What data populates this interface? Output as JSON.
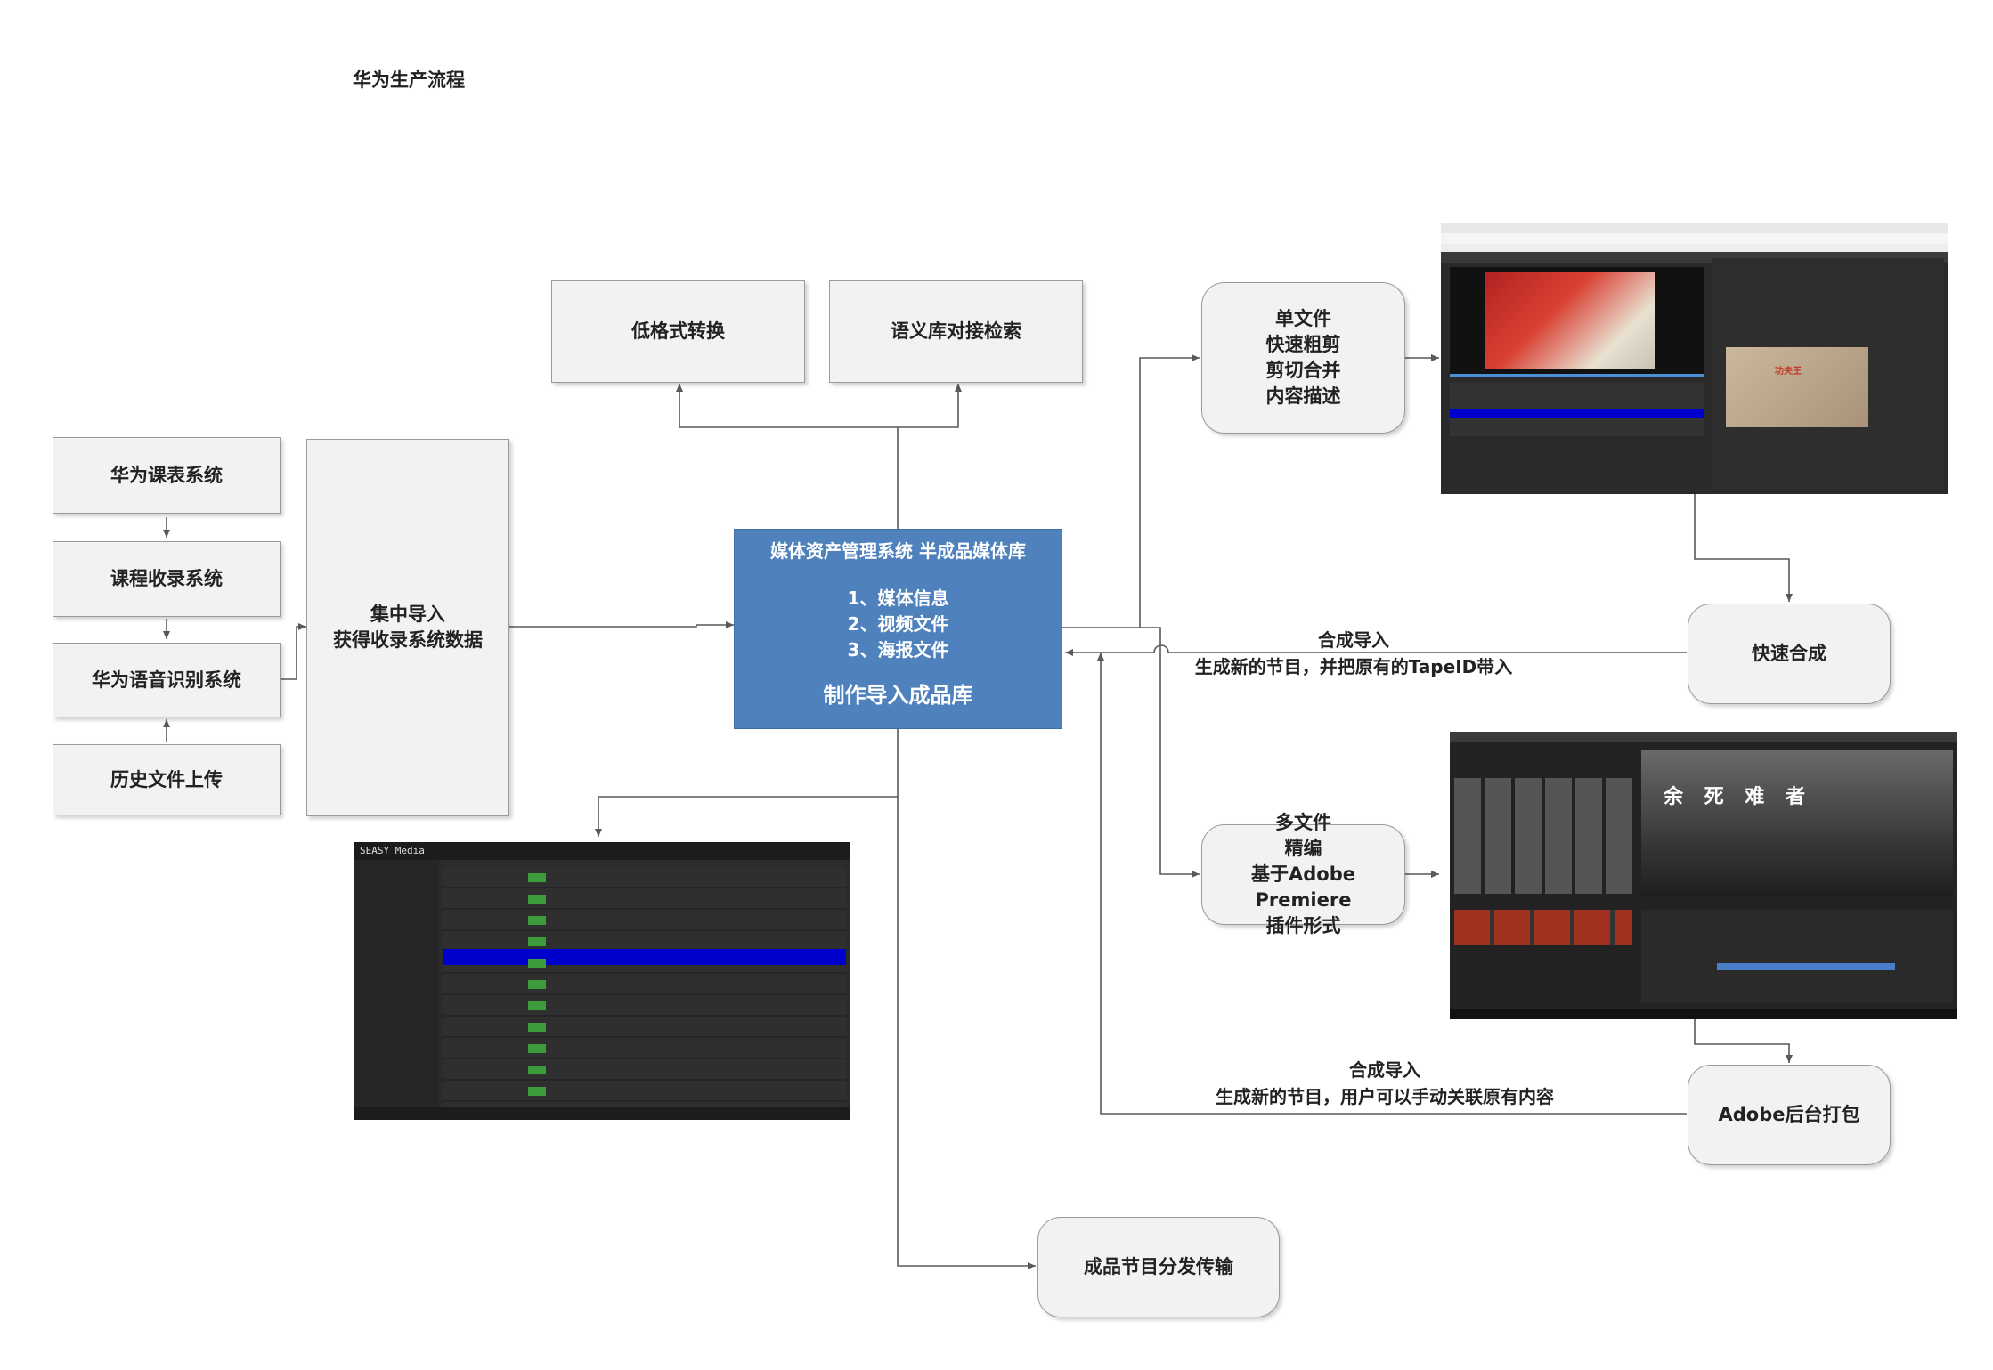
{
  "title": "华为生产流程",
  "nodes": {
    "low_format": "低格式转换",
    "semantic": "语义库对接检索",
    "timetable": "华为课表系统",
    "course_record": "课程收录系统",
    "speech": "华为语音识别系统",
    "history": "历史文件上传",
    "central_import": "集中导入\n获得收录系统数据",
    "mam_head": "媒体资产管理系统 半成品媒体库",
    "mam_items": "1、媒体信息\n2、视频文件\n3、海报文件",
    "mam_foot": "制作导入成品库",
    "single_file": "单文件\n快速粗剪\n剪切合并\n内容描述",
    "fast_compose": "快速合成",
    "multi_file": "多文件\n精编\n基于Adobe Premiere\n插件形式",
    "adobe_pack": "Adobe后台打包",
    "distribute": "成品节目分发传输"
  },
  "edge_labels": {
    "compose_import_1": "合成导入\n生成新的节目，并把原有的TapeID带入",
    "compose_import_2": "合成导入\n生成新的节目，用户可以手动关联原有内容"
  },
  "screenshots": {
    "media_manager": {
      "brand": "SEASY Media"
    },
    "premiere": {
      "overlay_text": "余 死 难 者"
    },
    "thumbnail_text": "功夫王"
  },
  "colors": {
    "center_fill": "#4f81bd",
    "box_fill": "#f2f2f2",
    "connector": "#595959",
    "highlight_row": "#0000cc"
  }
}
